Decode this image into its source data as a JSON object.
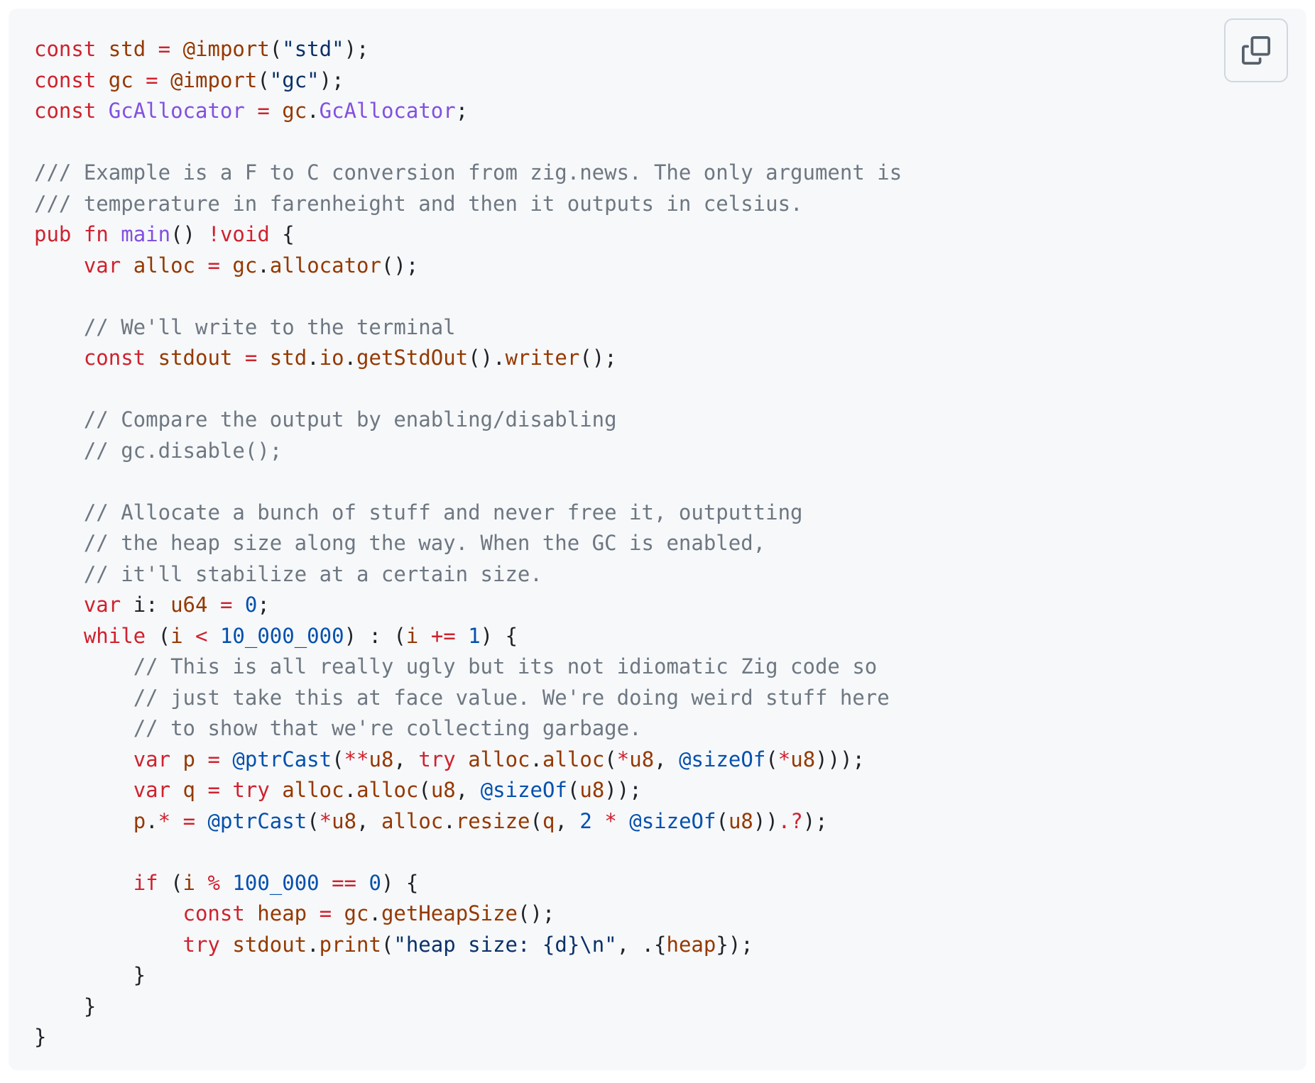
{
  "copy_button": {
    "icon": "copy-icon"
  },
  "code": {
    "lines": [
      [
        [
          "kw",
          "const"
        ],
        [
          "plain",
          " "
        ],
        [
          "fn",
          "std"
        ],
        [
          "plain",
          " "
        ],
        [
          "kw",
          "="
        ],
        [
          "plain",
          " "
        ],
        [
          "fn",
          "@import"
        ],
        [
          "plain",
          "("
        ],
        [
          "str",
          "\"std\""
        ],
        [
          "plain",
          ");"
        ]
      ],
      [
        [
          "kw",
          "const"
        ],
        [
          "plain",
          " "
        ],
        [
          "fn",
          "gc"
        ],
        [
          "plain",
          " "
        ],
        [
          "kw",
          "="
        ],
        [
          "plain",
          " "
        ],
        [
          "fn",
          "@import"
        ],
        [
          "plain",
          "("
        ],
        [
          "str",
          "\"gc\""
        ],
        [
          "plain",
          ");"
        ]
      ],
      [
        [
          "kw",
          "const"
        ],
        [
          "plain",
          " "
        ],
        [
          "type",
          "GcAllocator"
        ],
        [
          "plain",
          " "
        ],
        [
          "kw",
          "="
        ],
        [
          "plain",
          " "
        ],
        [
          "fn",
          "gc"
        ],
        [
          "plain",
          "."
        ],
        [
          "type",
          "GcAllocator"
        ],
        [
          "plain",
          ";"
        ]
      ],
      [],
      [
        [
          "com",
          "/// Example is a F to C conversion from zig.news. The only argument is"
        ]
      ],
      [
        [
          "com",
          "/// temperature in farenheight and then it outputs in celsius."
        ]
      ],
      [
        [
          "kw",
          "pub"
        ],
        [
          "plain",
          " "
        ],
        [
          "kw",
          "fn"
        ],
        [
          "plain",
          " "
        ],
        [
          "type",
          "main"
        ],
        [
          "plain",
          "() "
        ],
        [
          "kw",
          "!void"
        ],
        [
          "plain",
          " {"
        ]
      ],
      [
        [
          "plain",
          "    "
        ],
        [
          "kw",
          "var"
        ],
        [
          "plain",
          " "
        ],
        [
          "fn",
          "alloc"
        ],
        [
          "plain",
          " "
        ],
        [
          "kw",
          "="
        ],
        [
          "plain",
          " "
        ],
        [
          "fn",
          "gc"
        ],
        [
          "plain",
          "."
        ],
        [
          "fn",
          "allocator"
        ],
        [
          "plain",
          "();"
        ]
      ],
      [],
      [
        [
          "plain",
          "    "
        ],
        [
          "com",
          "// We'll write to the terminal"
        ]
      ],
      [
        [
          "plain",
          "    "
        ],
        [
          "kw",
          "const"
        ],
        [
          "plain",
          " "
        ],
        [
          "fn",
          "stdout"
        ],
        [
          "plain",
          " "
        ],
        [
          "kw",
          "="
        ],
        [
          "plain",
          " "
        ],
        [
          "fn",
          "std"
        ],
        [
          "plain",
          "."
        ],
        [
          "fn",
          "io"
        ],
        [
          "plain",
          "."
        ],
        [
          "fn",
          "getStdOut"
        ],
        [
          "plain",
          "()."
        ],
        [
          "fn",
          "writer"
        ],
        [
          "plain",
          "();"
        ]
      ],
      [],
      [
        [
          "plain",
          "    "
        ],
        [
          "com",
          "// Compare the output by enabling/disabling"
        ]
      ],
      [
        [
          "plain",
          "    "
        ],
        [
          "com",
          "// gc.disable();"
        ]
      ],
      [],
      [
        [
          "plain",
          "    "
        ],
        [
          "com",
          "// Allocate a bunch of stuff and never free it, outputting"
        ]
      ],
      [
        [
          "plain",
          "    "
        ],
        [
          "com",
          "// the heap size along the way. When the GC is enabled,"
        ]
      ],
      [
        [
          "plain",
          "    "
        ],
        [
          "com",
          "// it'll stabilize at a certain size."
        ]
      ],
      [
        [
          "plain",
          "    "
        ],
        [
          "kw",
          "var"
        ],
        [
          "plain",
          " i: "
        ],
        [
          "fn",
          "u64"
        ],
        [
          "plain",
          " "
        ],
        [
          "kw",
          "="
        ],
        [
          "plain",
          " "
        ],
        [
          "num",
          "0"
        ],
        [
          "plain",
          ";"
        ]
      ],
      [
        [
          "plain",
          "    "
        ],
        [
          "kw",
          "while"
        ],
        [
          "plain",
          " ("
        ],
        [
          "fn",
          "i"
        ],
        [
          "plain",
          " "
        ],
        [
          "kw",
          "<"
        ],
        [
          "plain",
          " "
        ],
        [
          "num",
          "10_000_000"
        ],
        [
          "plain",
          ") : ("
        ],
        [
          "fn",
          "i"
        ],
        [
          "plain",
          " "
        ],
        [
          "kw",
          "+="
        ],
        [
          "plain",
          " "
        ],
        [
          "num",
          "1"
        ],
        [
          "plain",
          ") {"
        ]
      ],
      [
        [
          "plain",
          "        "
        ],
        [
          "com",
          "// This is all really ugly but its not idiomatic Zig code so"
        ]
      ],
      [
        [
          "plain",
          "        "
        ],
        [
          "com",
          "// just take this at face value. We're doing weird stuff here"
        ]
      ],
      [
        [
          "plain",
          "        "
        ],
        [
          "com",
          "// to show that we're collecting garbage."
        ]
      ],
      [
        [
          "plain",
          "        "
        ],
        [
          "kw",
          "var"
        ],
        [
          "plain",
          " "
        ],
        [
          "fn",
          "p"
        ],
        [
          "plain",
          " "
        ],
        [
          "kw",
          "="
        ],
        [
          "plain",
          " "
        ],
        [
          "builtin",
          "@ptrCast"
        ],
        [
          "plain",
          "("
        ],
        [
          "kw",
          "**"
        ],
        [
          "fn",
          "u8"
        ],
        [
          "plain",
          ", "
        ],
        [
          "kw",
          "try"
        ],
        [
          "plain",
          " "
        ],
        [
          "fn",
          "alloc"
        ],
        [
          "plain",
          "."
        ],
        [
          "fn",
          "alloc"
        ],
        [
          "plain",
          "("
        ],
        [
          "kw",
          "*"
        ],
        [
          "fn",
          "u8"
        ],
        [
          "plain",
          ", "
        ],
        [
          "builtin",
          "@sizeOf"
        ],
        [
          "plain",
          "("
        ],
        [
          "kw",
          "*"
        ],
        [
          "fn",
          "u8"
        ],
        [
          "plain",
          ")));"
        ]
      ],
      [
        [
          "plain",
          "        "
        ],
        [
          "kw",
          "var"
        ],
        [
          "plain",
          " "
        ],
        [
          "fn",
          "q"
        ],
        [
          "plain",
          " "
        ],
        [
          "kw",
          "="
        ],
        [
          "plain",
          " "
        ],
        [
          "kw",
          "try"
        ],
        [
          "plain",
          " "
        ],
        [
          "fn",
          "alloc"
        ],
        [
          "plain",
          "."
        ],
        [
          "fn",
          "alloc"
        ],
        [
          "plain",
          "("
        ],
        [
          "fn",
          "u8"
        ],
        [
          "plain",
          ", "
        ],
        [
          "builtin",
          "@sizeOf"
        ],
        [
          "plain",
          "("
        ],
        [
          "fn",
          "u8"
        ],
        [
          "plain",
          "));"
        ]
      ],
      [
        [
          "plain",
          "        "
        ],
        [
          "fn",
          "p"
        ],
        [
          "plain",
          "."
        ],
        [
          "kw",
          "*"
        ],
        [
          "plain",
          " "
        ],
        [
          "kw",
          "="
        ],
        [
          "plain",
          " "
        ],
        [
          "builtin",
          "@ptrCast"
        ],
        [
          "plain",
          "("
        ],
        [
          "kw",
          "*"
        ],
        [
          "fn",
          "u8"
        ],
        [
          "plain",
          ", "
        ],
        [
          "fn",
          "alloc"
        ],
        [
          "plain",
          "."
        ],
        [
          "fn",
          "resize"
        ],
        [
          "plain",
          "("
        ],
        [
          "fn",
          "q"
        ],
        [
          "plain",
          ", "
        ],
        [
          "num",
          "2"
        ],
        [
          "plain",
          " "
        ],
        [
          "kw",
          "*"
        ],
        [
          "plain",
          " "
        ],
        [
          "builtin",
          "@sizeOf"
        ],
        [
          "plain",
          "("
        ],
        [
          "fn",
          "u8"
        ],
        [
          "plain",
          "))"
        ],
        [
          "kw",
          ".?"
        ],
        [
          "plain",
          ");"
        ]
      ],
      [],
      [
        [
          "plain",
          "        "
        ],
        [
          "kw",
          "if"
        ],
        [
          "plain",
          " ("
        ],
        [
          "fn",
          "i"
        ],
        [
          "plain",
          " "
        ],
        [
          "kw",
          "%"
        ],
        [
          "plain",
          " "
        ],
        [
          "num",
          "100_000"
        ],
        [
          "plain",
          " "
        ],
        [
          "kw",
          "=="
        ],
        [
          "plain",
          " "
        ],
        [
          "num",
          "0"
        ],
        [
          "plain",
          ") {"
        ]
      ],
      [
        [
          "plain",
          "            "
        ],
        [
          "kw",
          "const"
        ],
        [
          "plain",
          " "
        ],
        [
          "fn",
          "heap"
        ],
        [
          "plain",
          " "
        ],
        [
          "kw",
          "="
        ],
        [
          "plain",
          " "
        ],
        [
          "fn",
          "gc"
        ],
        [
          "plain",
          "."
        ],
        [
          "fn",
          "getHeapSize"
        ],
        [
          "plain",
          "();"
        ]
      ],
      [
        [
          "plain",
          "            "
        ],
        [
          "kw",
          "try"
        ],
        [
          "plain",
          " "
        ],
        [
          "fn",
          "stdout"
        ],
        [
          "plain",
          "."
        ],
        [
          "fn",
          "print"
        ],
        [
          "plain",
          "("
        ],
        [
          "str",
          "\"heap size: {d}\\n\""
        ],
        [
          "plain",
          ", .{"
        ],
        [
          "fn",
          "heap"
        ],
        [
          "plain",
          "});"
        ]
      ],
      [
        [
          "plain",
          "        }"
        ]
      ],
      [
        [
          "plain",
          "    }"
        ]
      ],
      [
        [
          "plain",
          "}"
        ]
      ]
    ]
  }
}
